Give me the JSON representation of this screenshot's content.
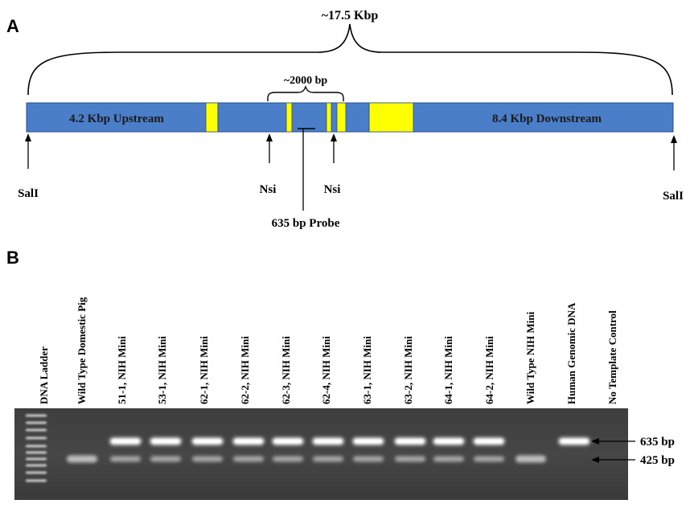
{
  "panel_a": {
    "label": "A",
    "total_size": "~17.5 Kbp",
    "region_size": "~2000 bp",
    "upstream_label": "4.2 Kbp Upstream",
    "downstream_label": "8.4 Kbp Downstream",
    "sites": [
      "SalI",
      "Nsi",
      "Nsi",
      "SalI"
    ],
    "probe_label": "635 bp Probe",
    "colors": {
      "region": "#4a7ec8",
      "exon": "#ffff00",
      "outline": "#2b4f8a"
    }
  },
  "panel_b": {
    "label": "B",
    "lanes": [
      "DNA Ladder",
      "Wild Type Domestic Pig",
      "51-1, NIH Mini",
      "53-1, NIH Mini",
      "62-1, NIH Mini",
      "62-2, NIH Mini",
      "62-3, NIH Mini",
      "62-4, NIH Mini",
      "63-1, NIH Mini",
      "63-2, NIH Mini",
      "64-1, NIH Mini",
      "64-2, NIH Mini",
      "Wild Type NIH Mini",
      "Human Genomic DNA",
      "No Template Control"
    ],
    "band_labels": [
      "635 bp",
      "425 bp"
    ],
    "lane_bands": [
      "ladder",
      "425",
      "635+425",
      "635+425",
      "635+425",
      "635+425",
      "635+425",
      "635+425",
      "635+425",
      "635+425",
      "635+425",
      "635+425",
      "425",
      "635",
      "none"
    ]
  }
}
